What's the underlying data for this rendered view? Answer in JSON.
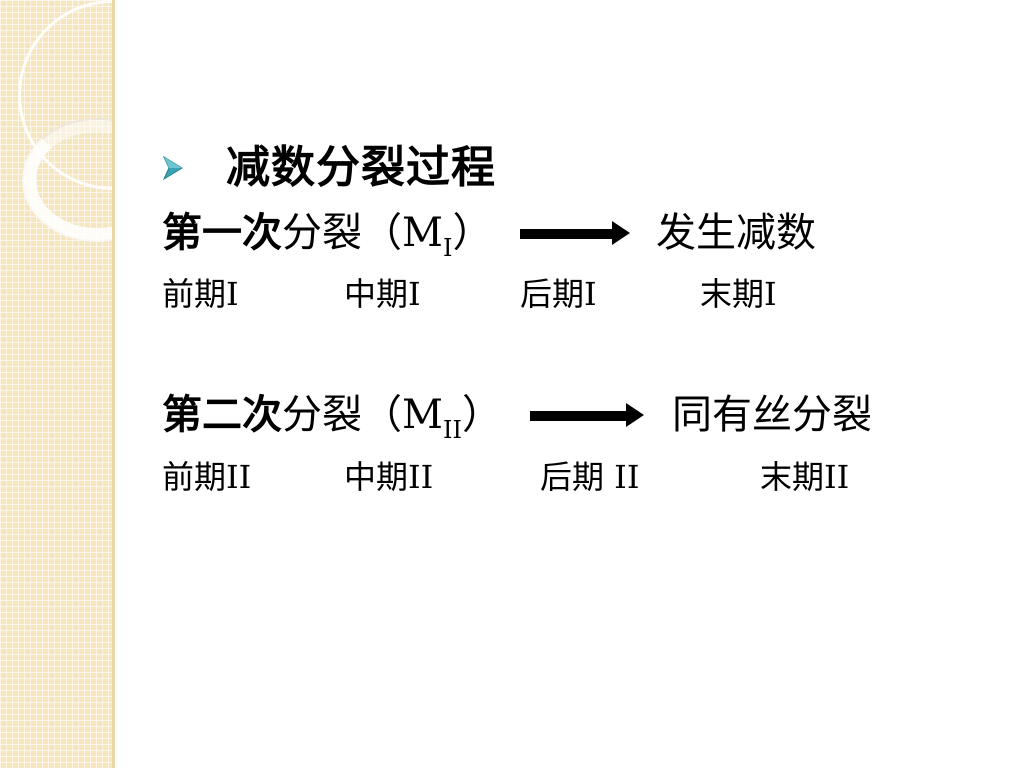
{
  "slide": {
    "heading": "减数分裂过程",
    "bullet_icon": "arrow-bullet-icon",
    "first_division": {
      "bold_label": "第一次",
      "label": "分裂（M",
      "subscript": "I",
      "close": "）",
      "result": "发生减数",
      "phases": [
        "前期I",
        "中期I",
        "后期I",
        "末期I"
      ]
    },
    "second_division": {
      "bold_label": "第二次",
      "label": "分裂（M",
      "subscript": "II",
      "close": "）",
      "result": "同有丝分裂",
      "phases": [
        "前期II",
        "中期II",
        "后期 II",
        "末期II"
      ]
    }
  },
  "colors": {
    "bullet": "#3aa6b5",
    "strip": "#f6e6bf",
    "text": "#000000"
  }
}
